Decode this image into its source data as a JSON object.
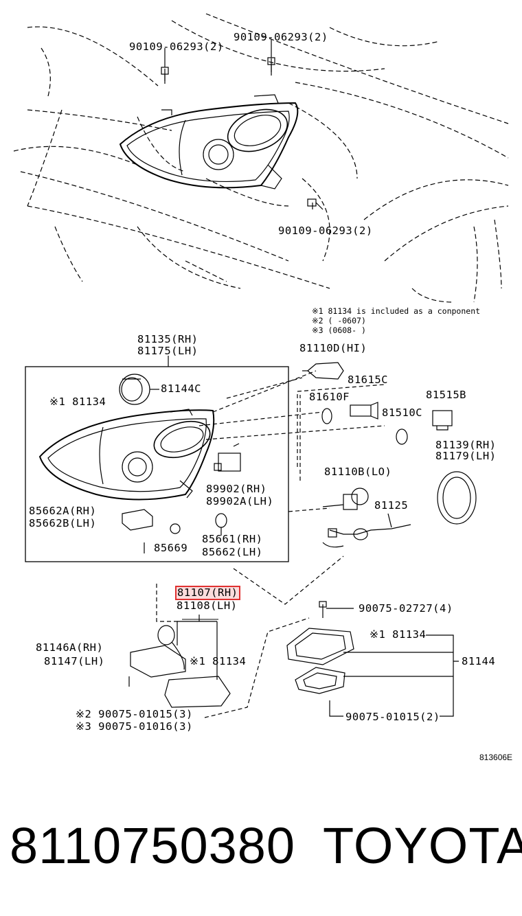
{
  "diagram": {
    "notes": {
      "n1": "※1 81134 is included as a conponent",
      "n2": "※2 (    -0607)",
      "n3": "※3 (0608-    )"
    },
    "labels": {
      "bolt_top_left": "90109-06293(2)",
      "bolt_top_right": "90109-06293(2)",
      "bolt_mid": "90109-06293(2)",
      "unit_rh": "81135(RH)",
      "unit_lh": "81175(LH)",
      "p81144c": "81144C",
      "p81134_inbox": "※1 81134",
      "p81110d": "81110D(HI)",
      "p81615c": "81615C",
      "p81610f": "81610F",
      "p81515b": "81515B",
      "p81510c": "81510C",
      "p81139": "81139(RH)",
      "p81179": "81179(LH)",
      "p89902": "89902(RH)",
      "p89902a": "89902A(LH)",
      "p81110b": "81110B(LO)",
      "p85662a": "85662A(RH)",
      "p85662b": "85662B(LH)",
      "p85669": "85669",
      "p85661": "85661(RH)",
      "p85662": "85662(LH)",
      "p81125": "81125",
      "p81107": "81107(RH)",
      "p81108": "81108(LH)",
      "p90075_02727": "90075-02727(4)",
      "p81134_right": "※1 81134",
      "p81146a": "81146A(RH)",
      "p81147": "81147(LH)",
      "p81134_low": "※1 81134",
      "p81144": "81144",
      "p90075_01015a": "※2 90075-01015(3)",
      "p90075_01016": "※3 90075-01016(3)",
      "p90075_01015b": "90075-01015(2)"
    },
    "highlight_color": "#e03030",
    "figure_code": "813606E"
  },
  "footer": {
    "part_number": "8110750380",
    "brand": "TOYOTA"
  }
}
